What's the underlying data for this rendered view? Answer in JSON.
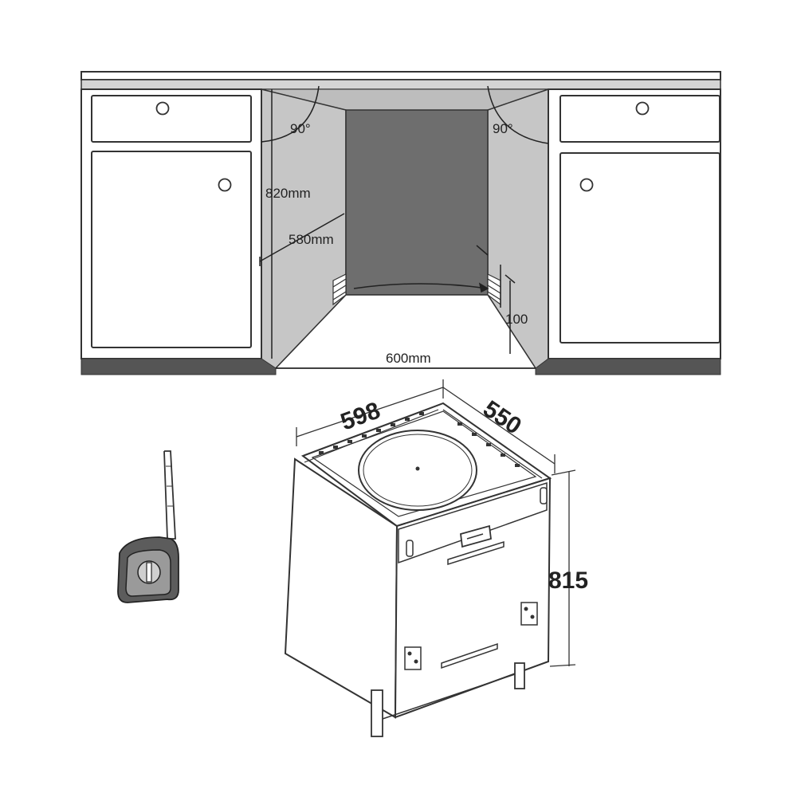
{
  "installation": {
    "height_label": "820mm",
    "depth_label": "580mm",
    "width_label": "600mm",
    "kick_label": "100",
    "angle_left": "90°",
    "angle_right": "90°"
  },
  "appliance": {
    "width_label": "598",
    "depth_label": "550",
    "height_label": "815"
  },
  "colors": {
    "cabinet_fill": "#ffffff",
    "recess_fill": "#c8c8c8",
    "back_wall_fill": "#6e6e6e",
    "line": "#333333",
    "base_fill": "#555555"
  },
  "icons": {
    "tape_measure": "tape-measure-icon"
  }
}
